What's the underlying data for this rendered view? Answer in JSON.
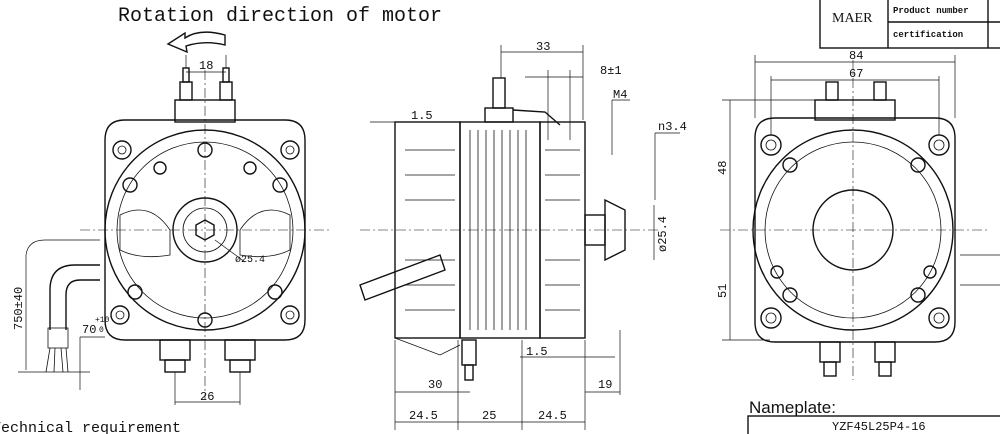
{
  "title": "Rotation direction of motor",
  "title_block": {
    "brand": "MAER",
    "product_number_label": "Product number",
    "certification_label": "certification"
  },
  "front_view": {
    "dim_terminal_top": "18",
    "dim_terminal_bottom": "26",
    "dim_shaft_dia": "ø25.4",
    "dim_cable_length": "750±40",
    "dim_strip_length": "70",
    "dim_strip_tol_upper": "+10",
    "dim_strip_tol_lower": "0"
  },
  "side_view": {
    "dim_33": "33",
    "dim_8": "8±1",
    "dim_thread": "M4",
    "dim_hole": "n3.4",
    "dim_flange_top": "1.5",
    "dim_flange_bottom": "1.5",
    "dim_shaft_dia": "ø25.4",
    "dim_30": "30",
    "dim_left": "24.5",
    "dim_mid": "25",
    "dim_right": "24.5",
    "dim_19": "19"
  },
  "rear_view": {
    "dim_84": "84",
    "dim_67": "67",
    "dim_48": "48",
    "dim_51": "51"
  },
  "technical_requirement": "Technical requirement",
  "nameplate": {
    "heading": "Nameplate:",
    "model": "YZF45L25P4-16"
  }
}
